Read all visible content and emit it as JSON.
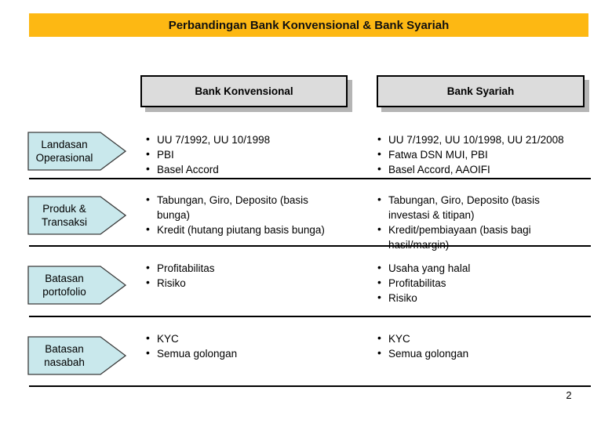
{
  "slide": {
    "title": "Perbandingan Bank Konvensional & Bank Syariah",
    "page_number": "2",
    "columns": [
      {
        "header": "Bank Konvensional"
      },
      {
        "header": "Bank Syariah"
      }
    ],
    "rows": [
      {
        "label": "Landasan Operasional",
        "konvensional": [
          "UU 7/1992, UU 10/1998",
          "PBI",
          "Basel Accord"
        ],
        "syariah": [
          "UU 7/1992, UU 10/1998, UU 21/2008",
          "Fatwa DSN MUI, PBI",
          "Basel Accord, AAOIFI"
        ]
      },
      {
        "label": "Produk & Transaksi",
        "konvensional": [
          "Tabungan, Giro, Deposito (basis bunga)",
          "Kredit (hutang piutang basis bunga)"
        ],
        "syariah": [
          "Tabungan, Giro, Deposito (basis investasi & titipan)",
          "Kredit/pembiayaan (basis bagi hasil/margin)"
        ]
      },
      {
        "label": "Batasan portofolio",
        "konvensional": [
          "Profitabilitas",
          "Risiko"
        ],
        "syariah": [
          "Usaha yang halal",
          "Profitabilitas",
          "Risiko"
        ]
      },
      {
        "label": "Batasan nasabah",
        "konvensional": [
          "KYC",
          "Semua golongan"
        ],
        "syariah": [
          "KYC",
          "Semua golongan"
        ]
      }
    ],
    "colors": {
      "title_bg": "#FDB813",
      "header_box_bg": "#DCDCDC",
      "header_box_shadow": "#B5B5B5",
      "arrow_fill": "#C9E8EC",
      "arrow_stroke": "#3A3A3A",
      "text": "#000000"
    }
  }
}
